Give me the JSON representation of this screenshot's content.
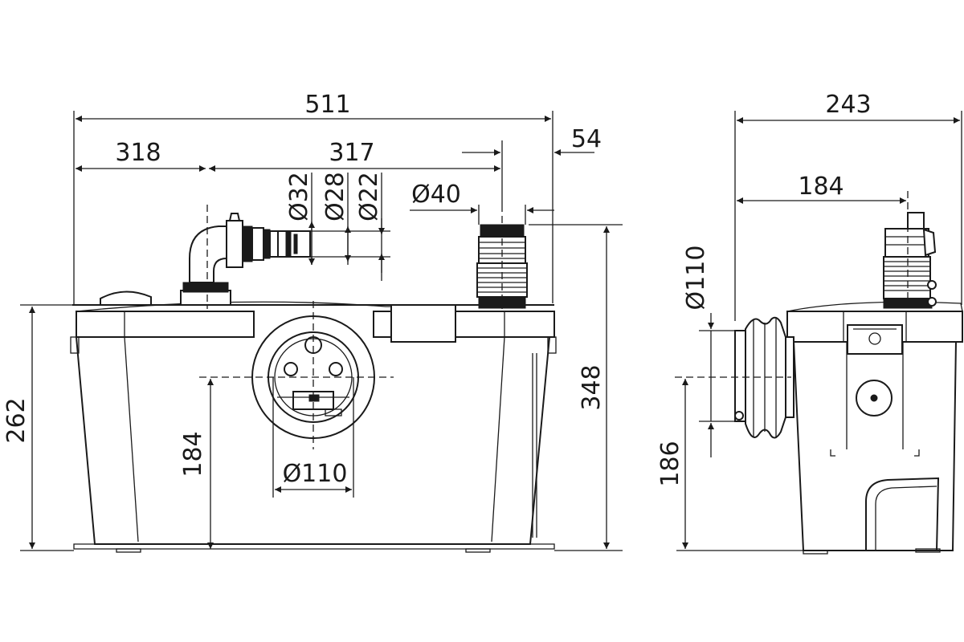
{
  "front_view": {
    "dimensions": {
      "overall_width": "511",
      "left_to_inlet": "318",
      "inlet_to_outlet": "317",
      "outlet_offset": "54",
      "d32": "Ø32",
      "d28": "Ø28",
      "d22": "Ø22",
      "d40": "Ø40",
      "d110": "Ø110",
      "housing_height": "262",
      "overall_height": "348",
      "inlet_height": "184"
    }
  },
  "side_view": {
    "dimensions": {
      "overall_depth": "243",
      "outlet_depth": "184",
      "d110": "Ø110",
      "inlet_height": "186"
    }
  }
}
